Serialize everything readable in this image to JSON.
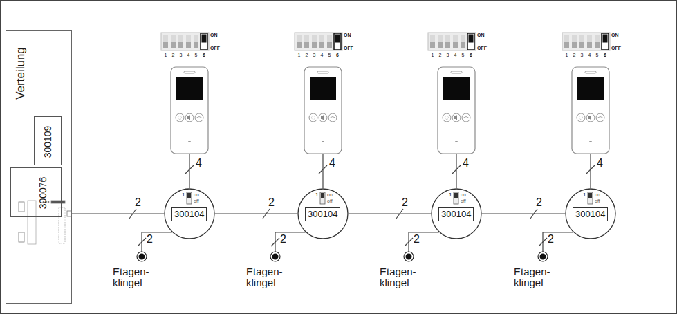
{
  "diagram": {
    "nodes": [
      {
        "text": [
          "Verteilung"
        ]
      },
      {
        "text": [
          "300109"
        ],
        "in": 0
      },
      {
        "text": [
          "300076"
        ],
        "in": 0
      },
      {
        "text": [
          "1",
          "on",
          "off",
          "300104"
        ]
      },
      {
        "text": [
          "Etagen- klingel"
        ]
      },
      {
        "text": [
          "1",
          "on",
          "off",
          "300104"
        ]
      },
      {
        "text": [
          "Etagen- klingel"
        ]
      },
      {
        "text": [
          "1",
          "on",
          "off",
          "300104"
        ]
      },
      {
        "text": [
          "Etagen- klingel"
        ]
      },
      {
        "text": [
          "1",
          "on",
          "off",
          "300104"
        ]
      },
      {
        "text": [
          "Etagen- klingel"
        ]
      }
    ],
    "edges": [
      {
        "from": 0,
        "to": 3,
        "arrow": "none",
        "label": "2"
      },
      {
        "from": 3,
        "to": 4,
        "arrow": "none",
        "label": "2"
      },
      {
        "from": 3,
        "to": 5,
        "arrow": "none",
        "label": "2"
      },
      {
        "from": 5,
        "to": 6,
        "arrow": "none",
        "label": "2"
      },
      {
        "from": 5,
        "to": 7,
        "arrow": "none",
        "label": "2"
      },
      {
        "from": 7,
        "to": 8,
        "arrow": "none",
        "label": "2"
      },
      {
        "from": 7,
        "to": 9,
        "arrow": "none",
        "label": "2"
      },
      {
        "from": 9,
        "to": 10,
        "arrow": "none",
        "label": "2"
      }
    ],
    "labels": [
      "1",
      "2",
      "3",
      "4",
      "5",
      "6",
      "ON",
      "OFF",
      "4",
      "1",
      "2",
      "3",
      "4",
      "5",
      "6",
      "ON",
      "OFF",
      "4",
      "1",
      "2",
      "3",
      "4",
      "5",
      "6",
      "ON",
      "OFF",
      "4",
      "1",
      "2",
      "3",
      "4",
      "5",
      "6",
      "ON",
      "OFF",
      "4"
    ]
  }
}
